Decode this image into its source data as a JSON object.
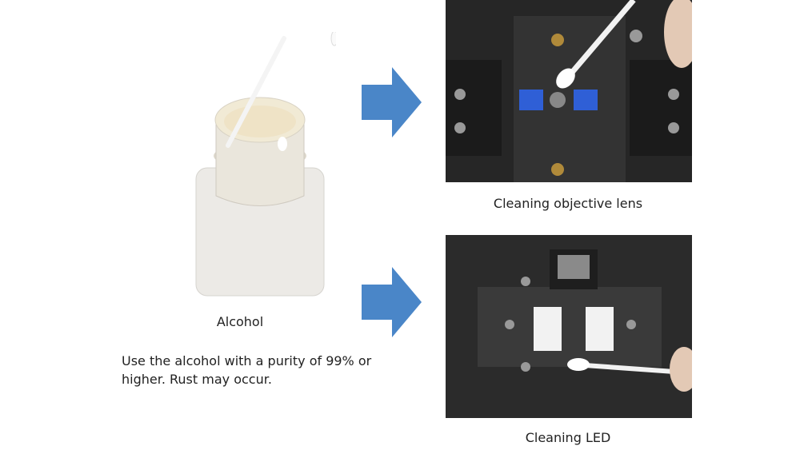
{
  "left": {
    "image_label": "Alcohol",
    "note": "Use the alcohol with a purity of 99% or higher. Rust may occur."
  },
  "right": {
    "top_caption": "Cleaning objective lens",
    "bottom_caption": "Cleaning LED"
  },
  "colors": {
    "arrow": "#4a86c8",
    "blue_block": "#2f5fd6"
  }
}
